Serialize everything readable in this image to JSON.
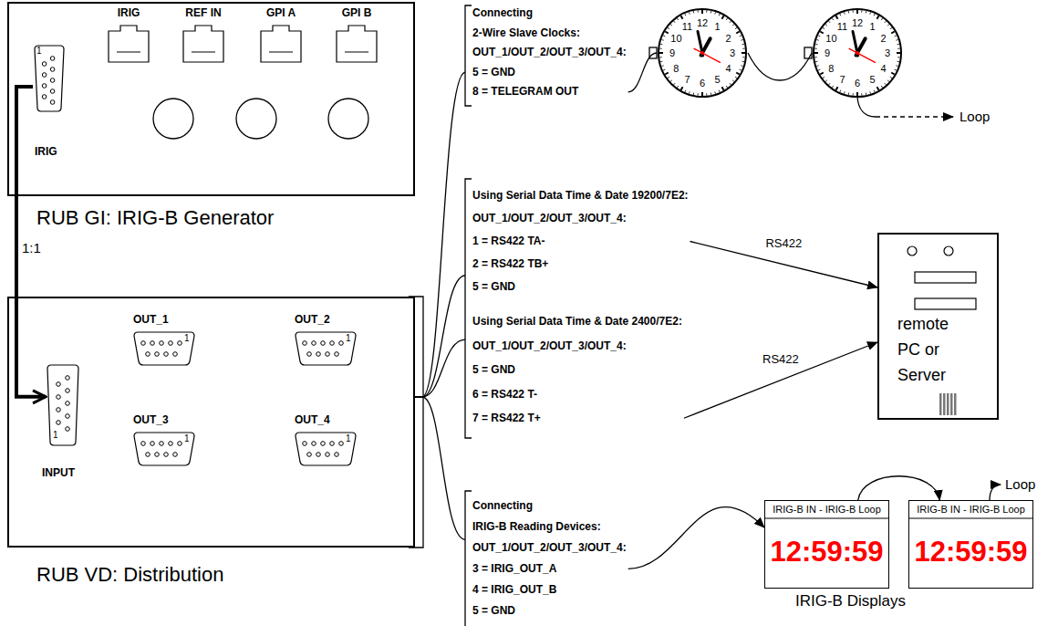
{
  "diagram": {
    "nodes": [
      {
        "text": [
          "RUB GI: IRIG-B Generator"
        ]
      },
      {
        "text": [
          "IRIG"
        ],
        "in": 0
      },
      {
        "text": [
          "REF IN"
        ],
        "in": 0
      },
      {
        "text": [
          "GPI A"
        ],
        "in": 0
      },
      {
        "text": [
          "GPI B"
        ],
        "in": 0
      },
      {
        "text": [
          "1",
          "IRIG"
        ],
        "in": 0
      },
      {
        "text": [
          "Connecting",
          "2-Wire Slave Clocks:",
          "OUT_1/OUT_2/OUT_3/OUT_4:",
          "5 = GND",
          "8 = TELEGRAM OUT"
        ]
      },
      {
        "text": [
          "12",
          "1",
          "2",
          "3",
          "4",
          "5",
          "6",
          "7",
          "8",
          "9",
          "10",
          "11"
        ]
      },
      {
        "text": [
          "12",
          "1",
          "2",
          "3",
          "4",
          "5",
          "6",
          "7",
          "8",
          "9",
          "10",
          "11"
        ]
      },
      {
        "text": [
          "Using Serial Data Time & Date 19200/7E2:",
          "OUT_1/OUT_2/OUT_3/OUT_4:",
          "1 = RS422 TA-",
          "2 = RS422 TB+",
          "5 = GND"
        ]
      },
      {
        "text": [
          "Using Serial Data Time & Date 2400/7E2:",
          "OUT_1/OUT_2/OUT_3/OUT_4:",
          "5 = GND",
          "6 = RS422 T-",
          "7 = RS422 T+"
        ]
      },
      {
        "text": [
          "remote PC or Server"
        ]
      },
      {
        "text": [
          "RUB VD: Distribution"
        ]
      },
      {
        "text": [
          "1",
          "INPUT"
        ],
        "in": 12
      },
      {
        "text": [
          "OUT_1",
          "1"
        ],
        "in": 12
      },
      {
        "text": [
          "OUT_2",
          "1"
        ],
        "in": 12
      },
      {
        "text": [
          "OUT_3",
          "1"
        ],
        "in": 12
      },
      {
        "text": [
          "OUT_4",
          "1"
        ],
        "in": 12
      },
      {
        "text": [
          "Connecting",
          "IRIG-B Reading Devices:",
          "OUT_1/OUT_2/OUT_3/OUT_4:",
          "3 = IRIG_OUT_A",
          "4 = IRIG_OUT_B",
          "5 = GND"
        ]
      },
      {
        "text": [
          "IRIG-B IN - IRIG-B Loop",
          "12:59:59"
        ]
      },
      {
        "text": [
          "IRIG-B IN - IRIG-B Loop",
          "12:59:59"
        ]
      }
    ],
    "edges": [
      {
        "from": 5,
        "to": 13,
        "arrow": "to",
        "label": "1:1"
      },
      {
        "from": 12,
        "to": 6,
        "arrow": "none"
      },
      {
        "from": 12,
        "to": 9,
        "arrow": "none"
      },
      {
        "from": 12,
        "to": 10,
        "arrow": "none"
      },
      {
        "from": 12,
        "to": 18,
        "arrow": "none"
      },
      {
        "from": 6,
        "to": 7,
        "arrow": "none"
      },
      {
        "from": 7,
        "to": 8,
        "arrow": "none"
      },
      {
        "from": 9,
        "to": 11,
        "arrow": "to",
        "label": "RS422"
      },
      {
        "from": 10,
        "to": 11,
        "arrow": "to",
        "label": "RS422"
      },
      {
        "from": 18,
        "to": 19,
        "arrow": "to"
      },
      {
        "from": 19,
        "to": 20,
        "arrow": "to"
      }
    ],
    "labels": [
      "Loop",
      "Loop",
      "IRIG-B Displays"
    ]
  }
}
